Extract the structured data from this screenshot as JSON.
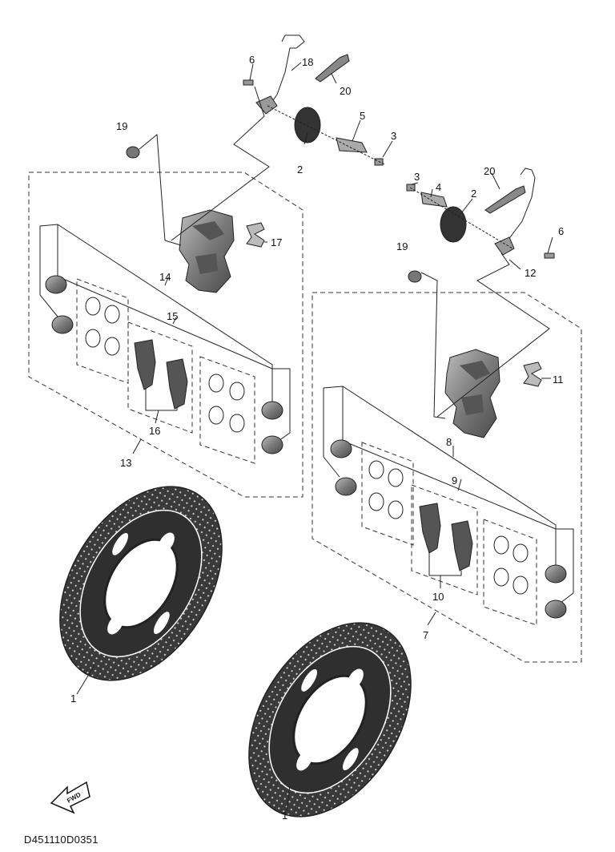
{
  "diagram": {
    "callouts": {
      "p1a": "1",
      "p1b": "1",
      "p2a": "2",
      "p2b": "2",
      "p3a": "3",
      "p3b": "3",
      "p4": "4",
      "p5": "5",
      "p6a": "6",
      "p6b": "6",
      "p7": "7",
      "p8": "8",
      "p9": "9",
      "p10": "10",
      "p11": "11",
      "p12": "12",
      "p13": "13",
      "p14": "14",
      "p15": "15",
      "p16": "16",
      "p17": "17",
      "p18": "18",
      "p19a": "19",
      "p19b": "19",
      "p20a": "20",
      "p20b": "20"
    },
    "fwd_label": "FWD",
    "document_code": "D451110D0351"
  }
}
